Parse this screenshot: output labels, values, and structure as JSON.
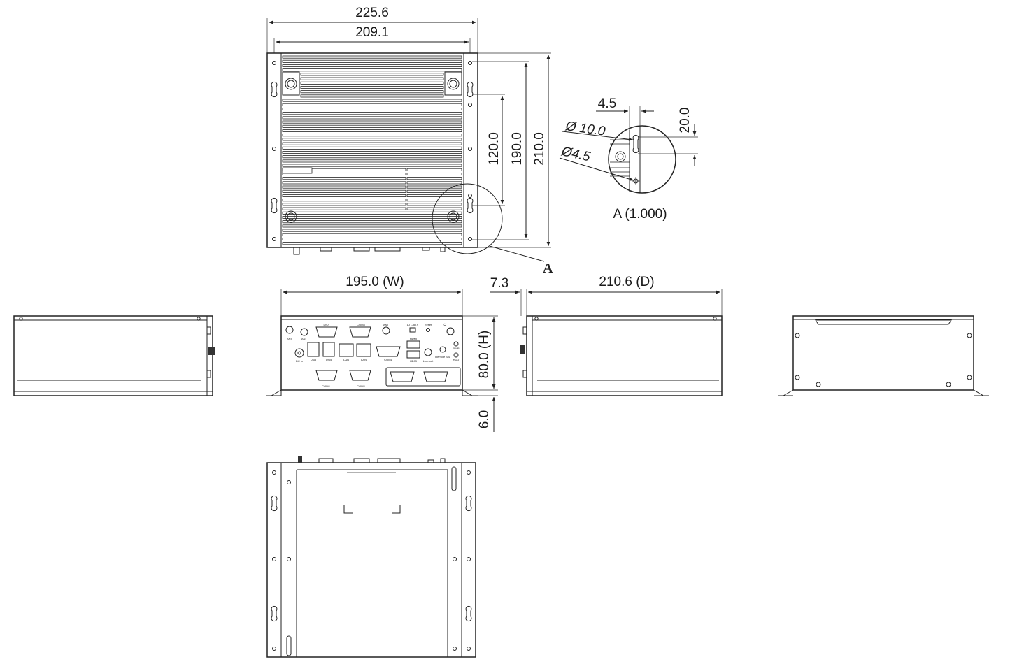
{
  "dimensions": {
    "overall_width": "225.6",
    "mount_hole_span_width": "209.1",
    "hole_span_120": "120.0",
    "hole_span_190": "190.0",
    "overall_depth_top": "210.0",
    "width_w": "195.0 (W)",
    "side_offset": "7.3",
    "depth_d": "210.6 (D)",
    "height_h": "80.0 (H)",
    "foot_height": "6.0"
  },
  "detail": {
    "marker": "A",
    "title": "A (1.000)",
    "offset_4_5": "4.5",
    "offset_20": "20.0",
    "dia_10": "Ø 10.0",
    "dia_4_5": "Ø4.5"
  },
  "front_panel_labels": {
    "dio": "DIO",
    "com3": "COM3",
    "com4": "COM4",
    "com2": "COM2",
    "com1": "COM1",
    "ant_a": "ANT",
    "ant_b": "ANT",
    "ant_c": "ANT",
    "at_atx": "AT↔ATX",
    "reset": "Reset",
    "power_icon": "⏻",
    "dc_in": "DC in",
    "usb_a": "USB",
    "usb_b": "USB",
    "lan_a": "LAN",
    "lan_b": "LAN",
    "hdmi_a": "HDMI",
    "hdmi_b": "HDMI",
    "line_out": "Line-out",
    "remote_sw": "Remote SW",
    "pwr": "PWR",
    "hdd": "HDD"
  }
}
